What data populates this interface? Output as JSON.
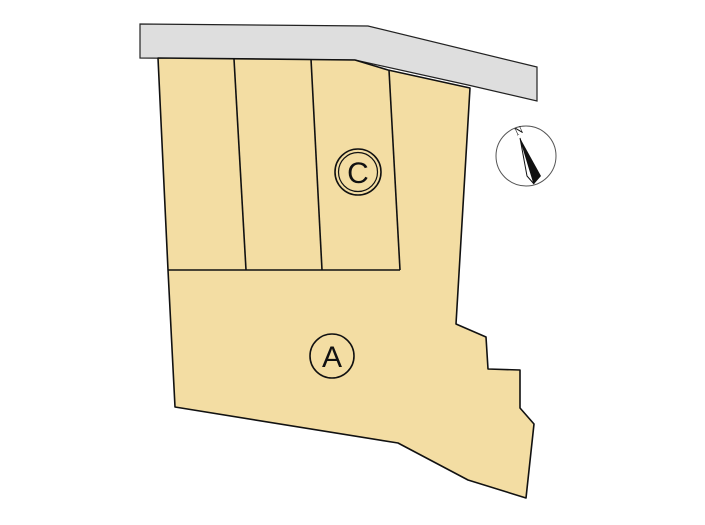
{
  "lots": [
    {
      "id": "lot-c",
      "label": "C"
    },
    {
      "id": "lot-a",
      "label": "A"
    }
  ],
  "compass": {
    "north_label": "N",
    "icon": "compass-rose-icon"
  },
  "colors": {
    "parcel_fill": "#f3dda3",
    "road_fill": "#dedede",
    "outline": "#111111"
  }
}
